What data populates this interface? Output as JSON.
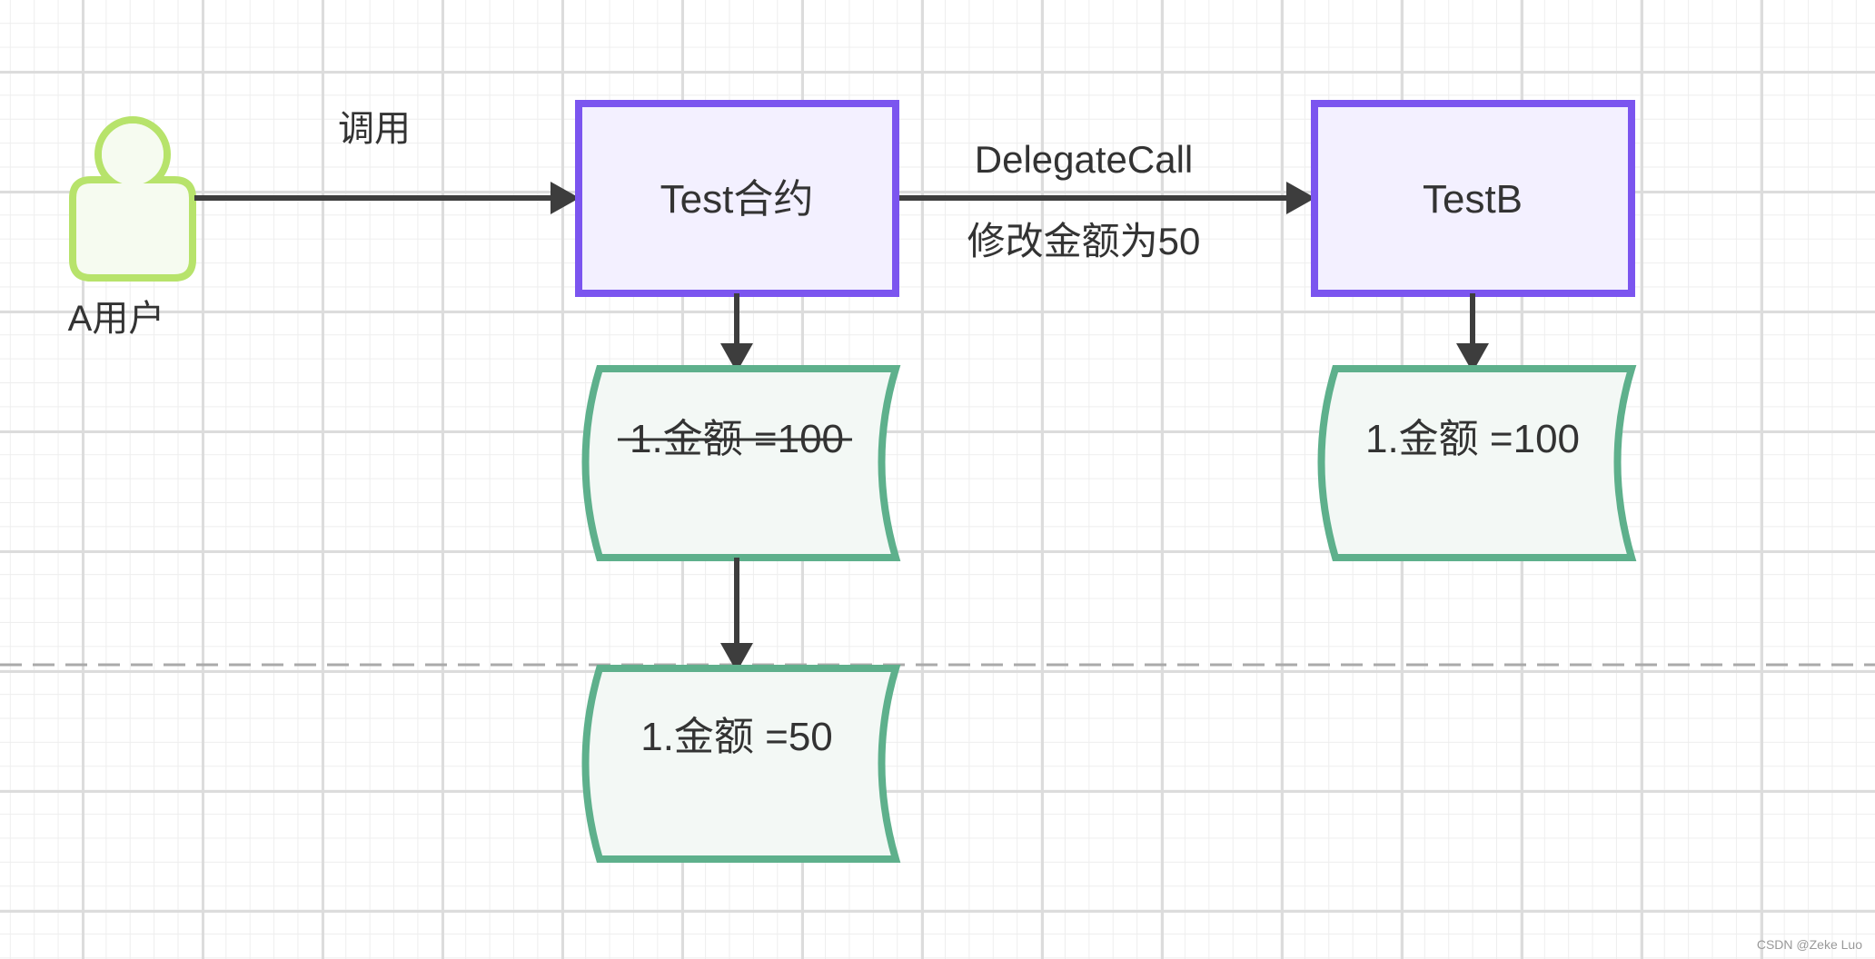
{
  "diagram": {
    "actor": {
      "label": "A用户"
    },
    "call_label": "调用",
    "test_contract": {
      "label": "Test合约"
    },
    "delegate_call": {
      "label": "DelegateCall",
      "sublabel": "修改金额为50"
    },
    "test_b": {
      "label": "TestB"
    },
    "storage_test_old": {
      "label": "1.金额 =100",
      "struck_through": true
    },
    "storage_test_new": {
      "label": "1.金额 =50"
    },
    "storage_test_b": {
      "label": "1.金额 =100"
    }
  },
  "watermark": "CSDN @Zeke Luo",
  "colors": {
    "actor_stroke": "#b7e36b",
    "actor_fill": "#f6fbf0",
    "process_stroke": "#7b55ef",
    "process_fill": "#f3f0ff",
    "storage_stroke": "#5eb08c",
    "storage_fill": "#f3f8f5",
    "arrow": "#3d3d3d",
    "text": "#333333",
    "divider": "#aaaaaa"
  }
}
